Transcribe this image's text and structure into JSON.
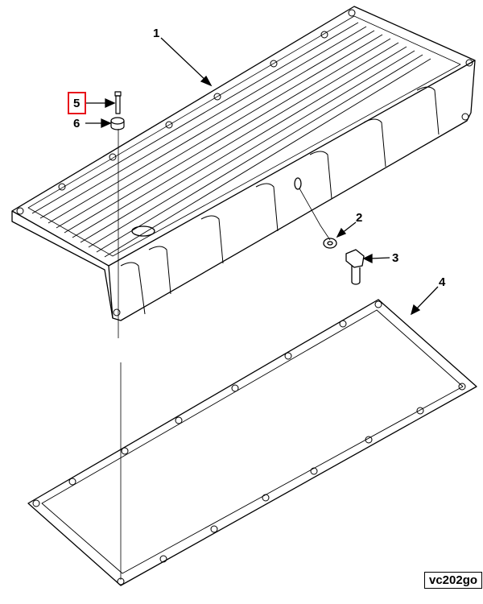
{
  "diagram": {
    "figure_id": "vc202go",
    "callouts": [
      {
        "label": "1",
        "part": "oil-pan"
      },
      {
        "label": "2",
        "part": "washer"
      },
      {
        "label": "3",
        "part": "elbow-fitting"
      },
      {
        "label": "4",
        "part": "gasket"
      },
      {
        "label": "5",
        "part": "bolt"
      },
      {
        "label": "6",
        "part": "isolator"
      }
    ],
    "highlighted_callout": "5",
    "highlight_color": "#e8141b"
  }
}
